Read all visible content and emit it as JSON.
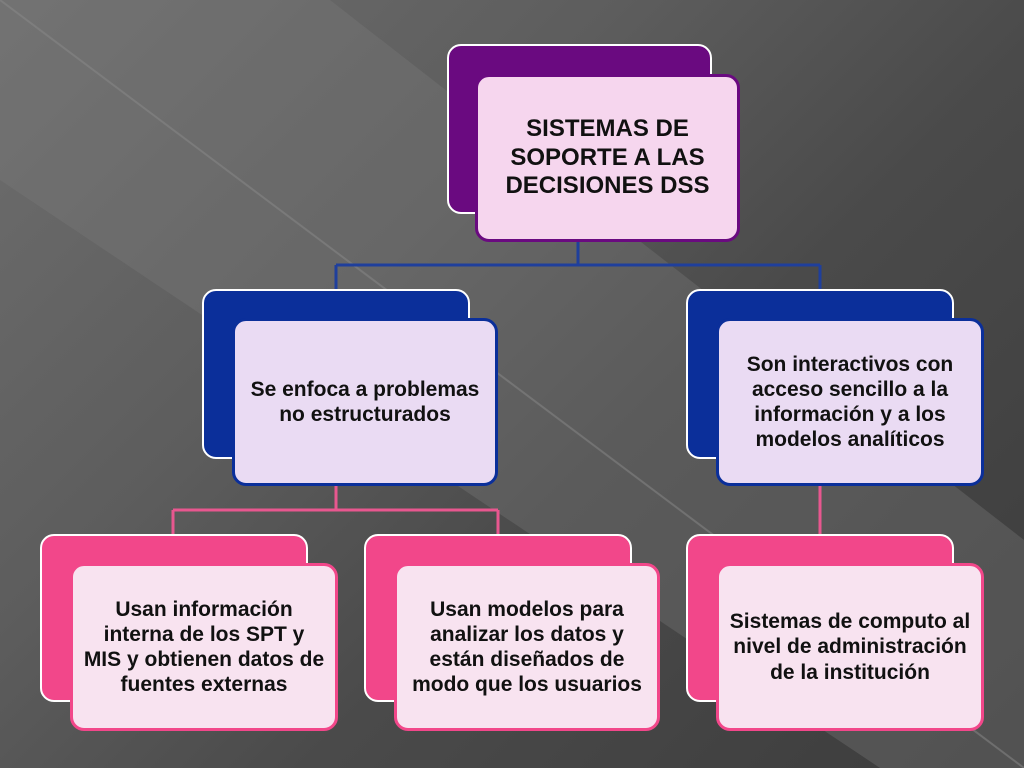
{
  "colors": {
    "purple": "#6a0a80",
    "purple_light": "#f6d6ee",
    "blue": "#0b2f9a",
    "blue_light": "#eadbf3",
    "pink": "#f2478a",
    "pink_light": "#f8e3f0",
    "line_blue": "#1f3f9c",
    "line_pink": "#e8578f"
  },
  "nodes": {
    "root": {
      "text": "SISTEMAS DE SOPORTE A LAS DECISIONES DSS"
    },
    "left": {
      "text": "Se enfoca a problemas no estructurados"
    },
    "right": {
      "text": "Son interactivos con acceso sencillo a la información y a los modelos analíticos"
    },
    "leaf1": {
      "text": "Usan información interna de los SPT y MIS y obtienen datos de fuentes externas"
    },
    "leaf2": {
      "text": "Usan modelos para analizar los datos y están diseñados de modo que los usuarios"
    },
    "leaf3": {
      "text": "Sistemas de computo al nivel de administración de la institución"
    }
  }
}
